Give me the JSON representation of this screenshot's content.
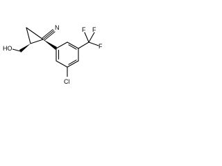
{
  "molecule": {
    "labels": {
      "nitrile_n": "N",
      "hydroxyl": "HO",
      "chloro": "Cl",
      "f_top_left": "F",
      "f_top_right": "F",
      "f_right": "F"
    }
  },
  "colors": {
    "bond": "#000000",
    "background": "#ffffff"
  }
}
